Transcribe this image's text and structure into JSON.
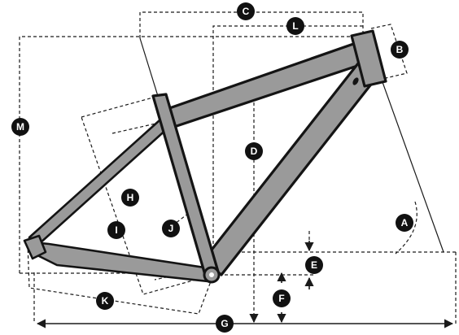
{
  "labels": {
    "A": "A",
    "B": "B",
    "C": "C",
    "D": "D",
    "E": "E",
    "F": "F",
    "G": "G",
    "H": "H",
    "I": "I",
    "J": "J",
    "K": "K",
    "L": "L",
    "M": "M"
  },
  "colors": {
    "frame_fill": "#9a9a9a",
    "frame_stroke": "#141414",
    "badge_fill": "#111111",
    "badge_text": "#ffffff"
  }
}
